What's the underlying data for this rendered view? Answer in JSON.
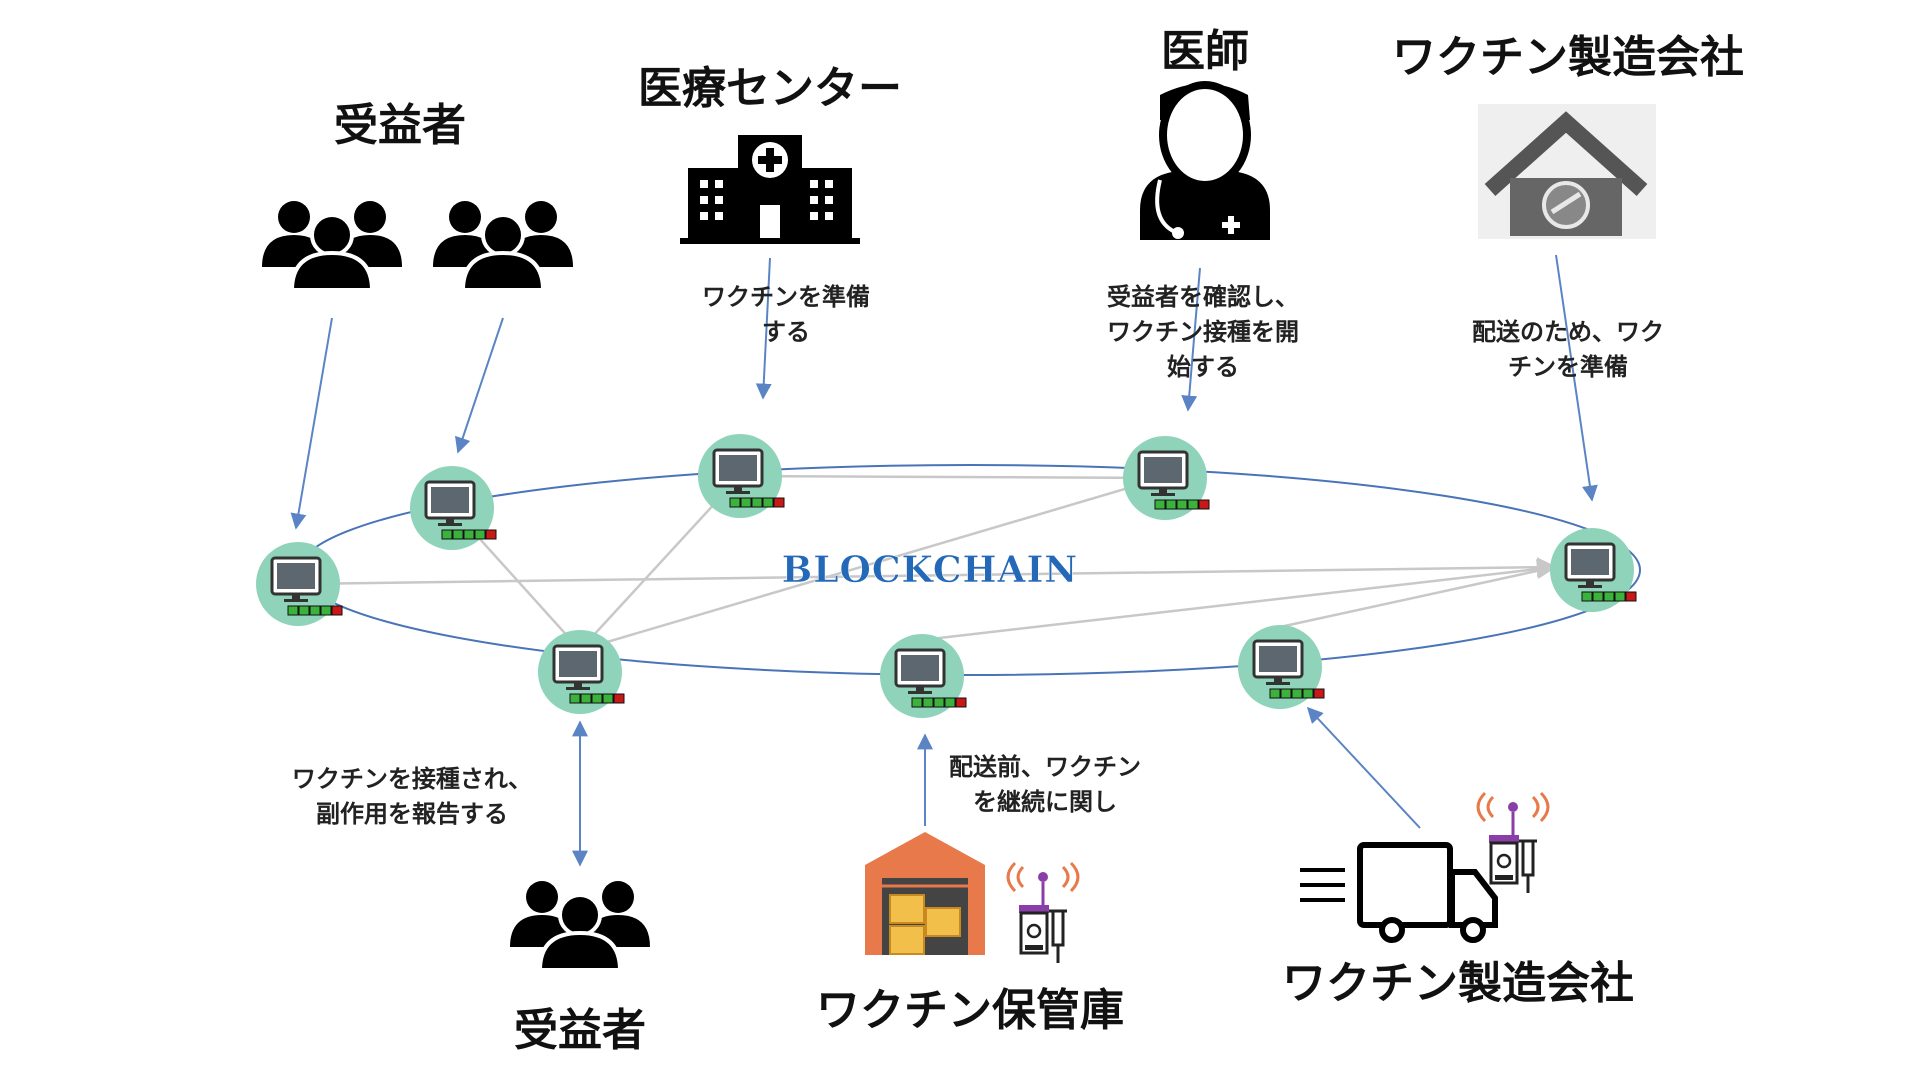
{
  "center_label": "BLOCKCHAIN",
  "actors": {
    "beneficiaries_top": "受益者",
    "medical_center": "医療センター",
    "doctor": "医師",
    "manufacturer_top": "ワクチン製造会社",
    "beneficiary_bottom": "受益者",
    "vaccine_storage": "ワクチン保管庫",
    "manufacturer_bottom": "ワクチン製造会社"
  },
  "actions": {
    "medical_center": [
      "ワクチンを準備",
      "する"
    ],
    "doctor": [
      "受益者を確認し、",
      "ワクチン接種を開",
      "始する"
    ],
    "manufacturer_top": [
      "配送のため、ワク",
      "チンを準備"
    ],
    "beneficiary_bottom": [
      "ワクチンを接種され、",
      "副作用を報告する"
    ],
    "vaccine_storage": [
      "配送前、ワクチン",
      "を継続に関し"
    ]
  },
  "icons": {
    "node": "computer-node-icon",
    "group": "people-group-icon",
    "hospital": "hospital-icon",
    "doctor": "doctor-icon",
    "factory": "vaccine-factory-icon",
    "warehouse": "warehouse-icon",
    "truck": "delivery-truck-icon",
    "iot": "iot-vaccine-sensor-icon"
  },
  "colors": {
    "node_fill": "#8fd3bb",
    "arrow": "#5b84c4",
    "ring": "#4a74b8",
    "chain_label": "#2468b8",
    "warehouse": "#e8794a"
  }
}
